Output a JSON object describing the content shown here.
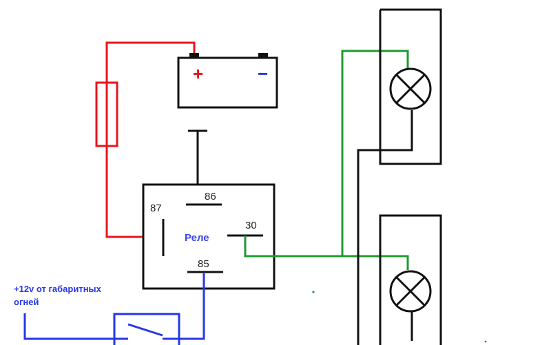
{
  "colors": {
    "red_wire": "#e8141c",
    "green_wire": "#1f9a2e",
    "blue_wire": "#2636e8",
    "black_wire": "#111111",
    "relay_label": "#3d46e6",
    "plus_sign": "#e8141c",
    "minus_sign": "#2636e8"
  },
  "battery": {
    "plus": "+",
    "minus": "−"
  },
  "relay": {
    "name": "Реле",
    "pins": {
      "p86": "86",
      "p87": "87",
      "p30": "30",
      "p85": "85"
    }
  },
  "input_note": {
    "line1": "+12v от габаритных",
    "line2": "огней"
  },
  "icons": [
    "battery-icon",
    "fuse-icon",
    "lamp-icon",
    "switch-icon",
    "relay-icon"
  ]
}
